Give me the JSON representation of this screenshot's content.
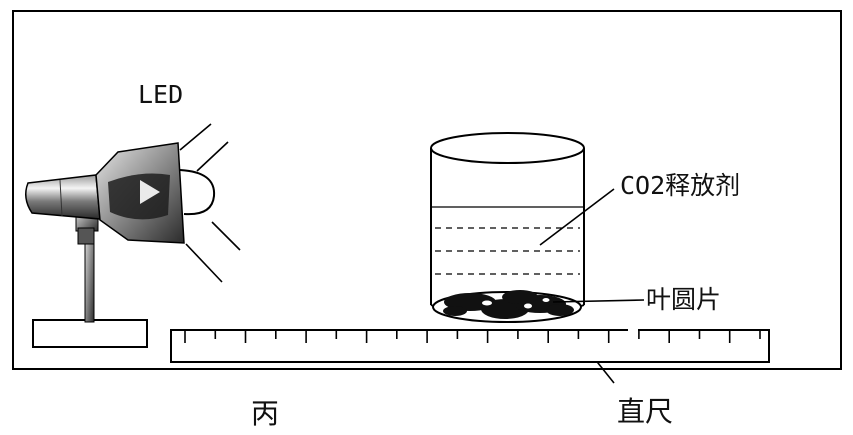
{
  "labels": {
    "led": "LED",
    "co2_agent": "CO2释放剂",
    "leaf_disc": "叶圆片",
    "group": "丙",
    "ruler": "直尺"
  }
}
